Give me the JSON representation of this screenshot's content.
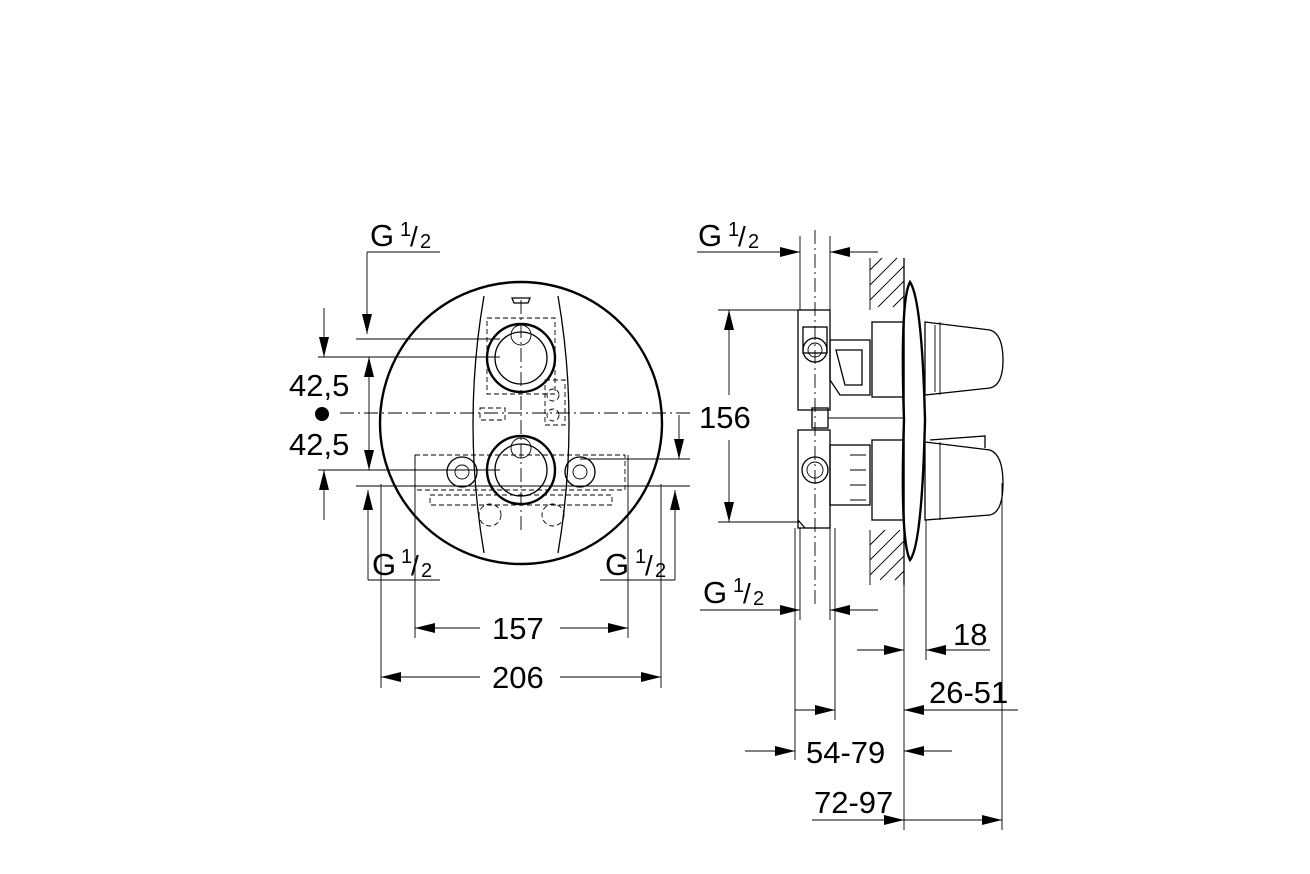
{
  "front_view": {
    "thread_top": {
      "main": "G",
      "sup": "1",
      "slash": "/",
      "sub": "2"
    },
    "thread_bottom_left": {
      "main": "G",
      "sup": "1",
      "slash": "/",
      "sub": "2"
    },
    "thread_bottom_right": {
      "main": "G",
      "sup": "1",
      "slash": "/",
      "sub": "2"
    },
    "dim_upper_offset": "42,5",
    "dim_lower_offset": "42,5",
    "dim_inlet_spacing": "157",
    "dim_plate_diameter": "206"
  },
  "side_view": {
    "thread_top": {
      "main": "G",
      "sup": "1",
      "slash": "/",
      "sub": "2"
    },
    "thread_bottom": {
      "main": "G",
      "sup": "1",
      "slash": "/",
      "sub": "2"
    },
    "dim_height": "156",
    "dim_plate_depth": "18",
    "dim_handle_projection": "26-51",
    "dim_installation_depth": "54-79",
    "dim_total_depth": "72-97"
  }
}
